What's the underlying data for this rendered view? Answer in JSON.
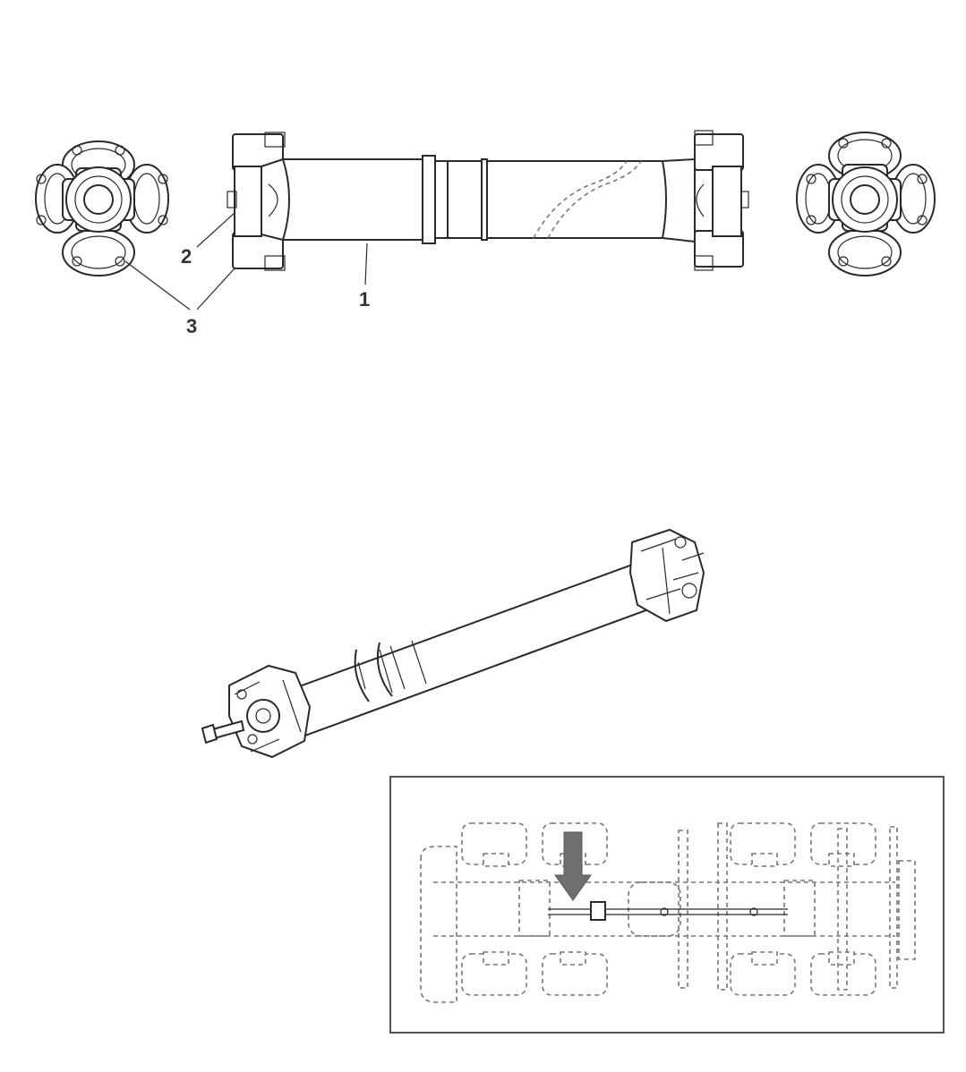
{
  "callouts": {
    "shaft": "1",
    "yoke": "2",
    "cross": "3"
  },
  "colors": {
    "line": "#2a2a2a",
    "dashed": "#777777",
    "arrow": "#707070"
  }
}
